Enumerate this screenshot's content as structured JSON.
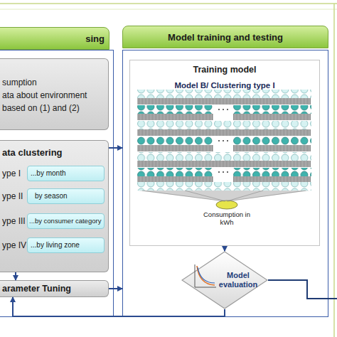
{
  "diagram": {
    "nodes": [
      {
        "text": [
          "sing"
        ]
      },
      {
        "text": [
          "sumption",
          "ata about environment",
          "based on (1) and (2)"
        ],
        "in": 0
      },
      {
        "text": [
          "ata clustering"
        ],
        "in": 0
      },
      {
        "text": [
          "...by month"
        ],
        "in": 2
      },
      {
        "text": [
          "by season"
        ],
        "in": 2
      },
      {
        "text": [
          "...by consumer category"
        ],
        "in": 2
      },
      {
        "text": [
          "...by living zone"
        ],
        "in": 2
      },
      {
        "text": [
          "arameter Tuning"
        ],
        "in": 0
      },
      {
        "text": [
          "Model training and testing"
        ]
      },
      {
        "text": [
          "Training model"
        ],
        "in": 8
      },
      {
        "text": [
          "Model B/ Clustering type I"
        ],
        "in": 9
      },
      {
        "text": [
          "Consumption in kWh"
        ],
        "in": 9
      },
      {
        "text": [
          "Model evaluation"
        ],
        "in": 8
      }
    ],
    "edges": [
      {
        "from": 2,
        "to": 8,
        "arrow": "to"
      },
      {
        "from": 2,
        "to": 7,
        "arrow": "to"
      },
      {
        "from": 7,
        "to": 8,
        "arrow": "to"
      },
      {
        "from": 9,
        "to": 12,
        "arrow": "to"
      },
      {
        "from": 12,
        "to": 7,
        "arrow": "to"
      }
    ],
    "labels": [
      "ype I",
      "ype II",
      "ype III",
      "ype IV"
    ]
  }
}
